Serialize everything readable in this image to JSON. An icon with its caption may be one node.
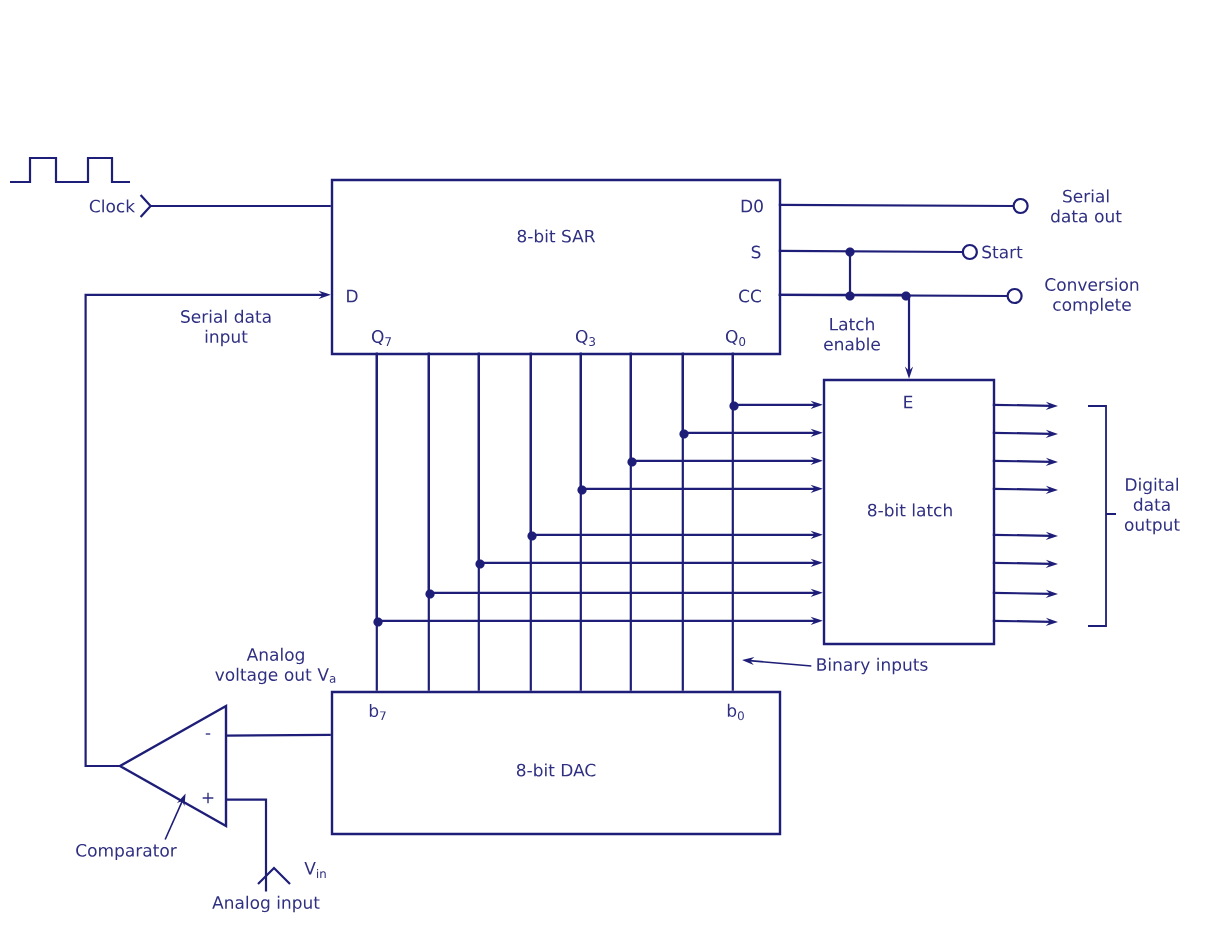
{
  "diagram": {
    "nodes": [
      {
        "text": [
          "D0",
          "8-bit SAR",
          "S",
          "D",
          "CC",
          "Q$_{7}$",
          "Q$_{3}$",
          "Q$_{0}$"
        ]
      },
      {
        "text": [
          "E",
          "8-bit latch"
        ]
      },
      {
        "text": [
          "b$_{7}$",
          "8-bit DAC",
          "b$_{0}$"
        ]
      },
      {
        "text": [
          "-",
          "+"
        ]
      },
      {
        "text": [
          "Clock"
        ]
      },
      {
        "text": [
          "Serial data out"
        ]
      },
      {
        "text": [
          "Start"
        ]
      },
      {
        "text": [
          "Conversion complete"
        ]
      },
      {
        "text": [
          "Analog input"
        ],
        "beside": [
          "V$_{in}$"
        ]
      },
      {
        "text": [
          "Comparator"
        ]
      },
      {
        "text": [
          "Binary inputs"
        ]
      }
    ],
    "edges": [
      {
        "from": 4,
        "to": 0,
        "arrow": "other"
      },
      {
        "from": 0,
        "to": 5,
        "arrow": "other"
      },
      {
        "from": 0,
        "to": 6,
        "arrow": "other"
      },
      {
        "from": 0,
        "to": 7,
        "arrow": "other"
      },
      {
        "from": 0,
        "to": 1,
        "arrow": "to"
      },
      {
        "from": 0,
        "to": 2,
        "arrow": "none"
      },
      {
        "from": 0,
        "to": 2,
        "arrow": "none"
      },
      {
        "from": 0,
        "to": 2,
        "arrow": "none"
      },
      {
        "from": 0,
        "to": 2,
        "arrow": "none"
      },
      {
        "from": 0,
        "to": 2,
        "arrow": "none"
      },
      {
        "from": 0,
        "to": 2,
        "arrow": "none"
      },
      {
        "from": 0,
        "to": 2,
        "arrow": "none"
      },
      {
        "from": 0,
        "to": 2,
        "arrow": "none"
      },
      {
        "from": 0,
        "to": 1,
        "arrow": "to"
      },
      {
        "from": 0,
        "to": 1,
        "arrow": "to"
      },
      {
        "from": 0,
        "to": 1,
        "arrow": "to"
      },
      {
        "from": 0,
        "to": 1,
        "arrow": "to"
      },
      {
        "from": 0,
        "to": 1,
        "arrow": "to"
      },
      {
        "from": 0,
        "to": 1,
        "arrow": "to"
      },
      {
        "from": 0,
        "to": 1,
        "arrow": "to"
      },
      {
        "from": 0,
        "to": 1,
        "arrow": "to"
      },
      {
        "from": 1,
        "to": null,
        "arrow": "to"
      },
      {
        "from": 1,
        "to": null,
        "arrow": "to"
      },
      {
        "from": 1,
        "to": null,
        "arrow": "to"
      },
      {
        "from": 1,
        "to": null,
        "arrow": "to"
      },
      {
        "from": 1,
        "to": null,
        "arrow": "to"
      },
      {
        "from": 1,
        "to": null,
        "arrow": "to"
      },
      {
        "from": 1,
        "to": null,
        "arrow": "to"
      },
      {
        "from": 1,
        "to": null,
        "arrow": "to"
      },
      {
        "from": 3,
        "to": 0,
        "arrow": "to",
        "label": "Serial data input"
      },
      {
        "from": 2,
        "to": 3,
        "arrow": "none",
        "label": "Analog voltage out V$_{a}$"
      },
      {
        "from": 8,
        "to": 3,
        "arrow": "none"
      },
      {
        "from": 9,
        "to": 3,
        "arrow": "to"
      },
      {
        "from": 10,
        "to": null,
        "arrow": "to"
      }
    ],
    "labels": [
      "Latch enable",
      "Digital data output"
    ]
  }
}
